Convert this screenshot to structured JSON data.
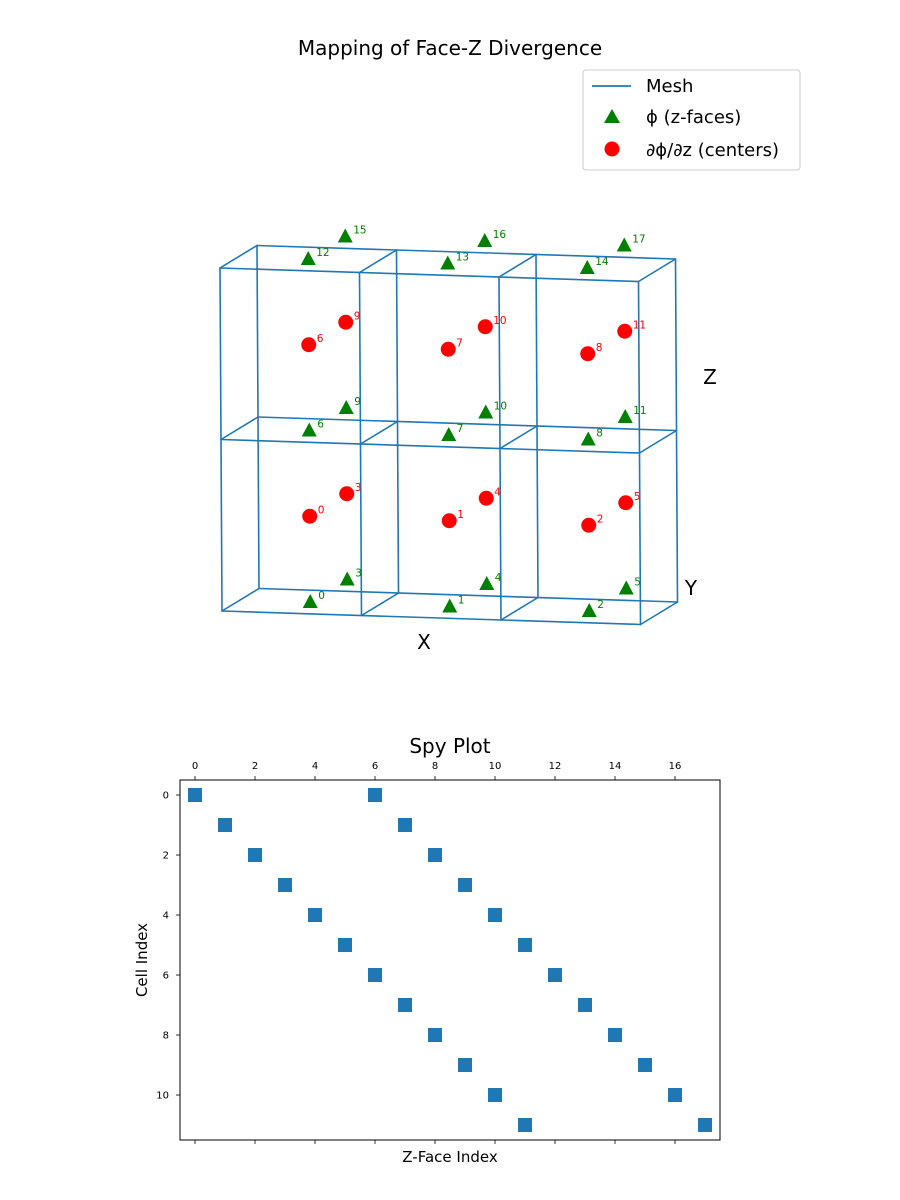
{
  "chart_data": [
    {
      "type": "scatter",
      "projection": "3d",
      "title": "Mapping of Face-Z Divergence",
      "xlabel": "X",
      "ylabel": "Y",
      "zlabel": "Z",
      "grid": false,
      "axis_panes": false,
      "legend_position": "top-right",
      "mesh": {
        "name": "Mesh",
        "color": "#1f77b4",
        "x_nodes": [
          0,
          1,
          2,
          3
        ],
        "y_nodes": [
          0,
          1
        ],
        "z_nodes": [
          0,
          1,
          2
        ]
      },
      "series": [
        {
          "name": "ϕ (z-faces)",
          "marker": "triangle",
          "color": "#008000",
          "points": [
            {
              "label": "0",
              "x": 0.5,
              "y": 0.5,
              "z": 0
            },
            {
              "label": "1",
              "x": 1.5,
              "y": 0.5,
              "z": 0
            },
            {
              "label": "2",
              "x": 2.5,
              "y": 0.5,
              "z": 0
            },
            {
              "label": "3",
              "x": 0.5,
              "y": 1.5,
              "z": 0
            },
            {
              "label": "4",
              "x": 1.5,
              "y": 1.5,
              "z": 0
            },
            {
              "label": "5",
              "x": 2.5,
              "y": 1.5,
              "z": 0
            },
            {
              "label": "6",
              "x": 0.5,
              "y": 0.5,
              "z": 1
            },
            {
              "label": "7",
              "x": 1.5,
              "y": 0.5,
              "z": 1
            },
            {
              "label": "8",
              "x": 2.5,
              "y": 0.5,
              "z": 1
            },
            {
              "label": "9",
              "x": 0.5,
              "y": 1.5,
              "z": 1
            },
            {
              "label": "10",
              "x": 1.5,
              "y": 1.5,
              "z": 1
            },
            {
              "label": "11",
              "x": 2.5,
              "y": 1.5,
              "z": 1
            },
            {
              "label": "12",
              "x": 0.5,
              "y": 0.5,
              "z": 2
            },
            {
              "label": "13",
              "x": 1.5,
              "y": 0.5,
              "z": 2
            },
            {
              "label": "14",
              "x": 2.5,
              "y": 0.5,
              "z": 2
            },
            {
              "label": "15",
              "x": 0.5,
              "y": 1.5,
              "z": 2
            },
            {
              "label": "16",
              "x": 1.5,
              "y": 1.5,
              "z": 2
            },
            {
              "label": "17",
              "x": 2.5,
              "y": 1.5,
              "z": 2
            }
          ]
        },
        {
          "name": "∂ϕ/∂z (centers)",
          "marker": "circle",
          "color": "#ff0000",
          "points": [
            {
              "label": "0",
              "x": 0.5,
              "y": 0.5,
              "z": 0.5
            },
            {
              "label": "1",
              "x": 1.5,
              "y": 0.5,
              "z": 0.5
            },
            {
              "label": "2",
              "x": 2.5,
              "y": 0.5,
              "z": 0.5
            },
            {
              "label": "3",
              "x": 0.5,
              "y": 1.5,
              "z": 0.5
            },
            {
              "label": "4",
              "x": 1.5,
              "y": 1.5,
              "z": 0.5
            },
            {
              "label": "5",
              "x": 2.5,
              "y": 1.5,
              "z": 0.5
            },
            {
              "label": "6",
              "x": 0.5,
              "y": 0.5,
              "z": 1.5
            },
            {
              "label": "7",
              "x": 1.5,
              "y": 0.5,
              "z": 1.5
            },
            {
              "label": "8",
              "x": 2.5,
              "y": 0.5,
              "z": 1.5
            },
            {
              "label": "9",
              "x": 0.5,
              "y": 1.5,
              "z": 1.5
            },
            {
              "label": "10",
              "x": 1.5,
              "y": 1.5,
              "z": 1.5
            },
            {
              "label": "11",
              "x": 2.5,
              "y": 1.5,
              "z": 1.5
            }
          ]
        }
      ]
    },
    {
      "type": "scatter",
      "subtype": "spy",
      "title": "Spy Plot",
      "xlabel": "Z-Face Index",
      "ylabel": "Cell Index",
      "xlim": [
        -0.5,
        17.5
      ],
      "ylim": [
        11.5,
        -0.5
      ],
      "x_ticks": [
        0,
        2,
        4,
        6,
        8,
        10,
        12,
        14,
        16
      ],
      "y_ticks": [
        0,
        2,
        4,
        6,
        8,
        10
      ],
      "x_ticks_position": "top",
      "marker": "square",
      "color": "#1f77b4",
      "points": [
        {
          "x": 0,
          "y": 0
        },
        {
          "x": 6,
          "y": 0
        },
        {
          "x": 1,
          "y": 1
        },
        {
          "x": 7,
          "y": 1
        },
        {
          "x": 2,
          "y": 2
        },
        {
          "x": 8,
          "y": 2
        },
        {
          "x": 3,
          "y": 3
        },
        {
          "x": 9,
          "y": 3
        },
        {
          "x": 4,
          "y": 4
        },
        {
          "x": 10,
          "y": 4
        },
        {
          "x": 5,
          "y": 5
        },
        {
          "x": 11,
          "y": 5
        },
        {
          "x": 6,
          "y": 6
        },
        {
          "x": 12,
          "y": 6
        },
        {
          "x": 7,
          "y": 7
        },
        {
          "x": 13,
          "y": 7
        },
        {
          "x": 8,
          "y": 8
        },
        {
          "x": 14,
          "y": 8
        },
        {
          "x": 9,
          "y": 9
        },
        {
          "x": 15,
          "y": 9
        },
        {
          "x": 10,
          "y": 10
        },
        {
          "x": 16,
          "y": 10
        },
        {
          "x": 11,
          "y": 11
        },
        {
          "x": 17,
          "y": 11
        }
      ]
    }
  ]
}
